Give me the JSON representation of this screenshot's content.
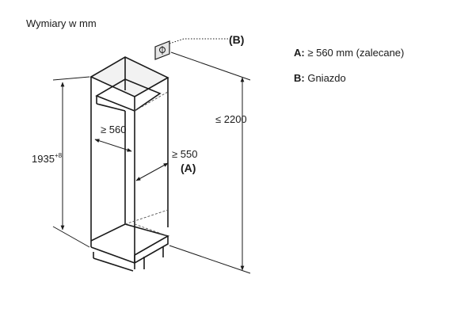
{
  "title": "Wymiary w mm",
  "legend": {
    "a_key": "A:",
    "a_text": "≥ 560 mm (zalecane)",
    "b_key": "B:",
    "b_text": "Gniazdo"
  },
  "dimensions": {
    "height_label": "1935",
    "height_tolerance": "+8",
    "inner_width": "≥ 560",
    "depth": "≥ 550",
    "depth_ref": "(A)",
    "total_height": "≤ 2200",
    "socket_ref": "(B)"
  }
}
